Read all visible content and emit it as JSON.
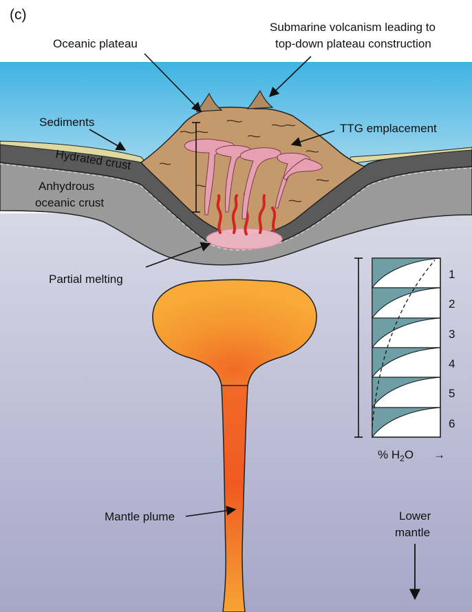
{
  "panel_label": "(c)",
  "labels": {
    "oceanic_plateau": "Oceanic plateau",
    "submarine_line1": "Submarine volcanism leading to",
    "submarine_line2": "top-down plateau construction",
    "sediments": "Sediments",
    "ttg": "TTG emplacement",
    "hydrated_crust": "Hydrated crust",
    "anhydrous_line1": "Anhydrous",
    "anhydrous_line2": "oceanic crust",
    "partial_melting": "Partial melting",
    "mantle_plume": "Mantle plume",
    "lower_line1": "Lower",
    "lower_line2": "mantle"
  },
  "inset": {
    "rows": [
      "1",
      "2",
      "3",
      "4",
      "5",
      "6"
    ],
    "axis_label": "% H",
    "axis_subscript": "2",
    "axis_suffix": "O",
    "arrow": "→"
  },
  "colors": {
    "ocean_top": "#3fb3e3",
    "ocean_bottom": "#bfe2f1",
    "mantle_top": "#d7d8e6",
    "mantle_bottom": "#a6a6c8",
    "hydrated_crust": "#5a5a5a",
    "anhydrous_crust": "#9a9a9a",
    "plateau": "#c49a6c",
    "sediment": "#ded9a0",
    "ttg_pink": "#e6a0b2",
    "melt_red": "#d3241f",
    "plume_outer": "#f6a434",
    "plume_core": "#f05a22",
    "inset_fill": "#6e9ea6"
  }
}
